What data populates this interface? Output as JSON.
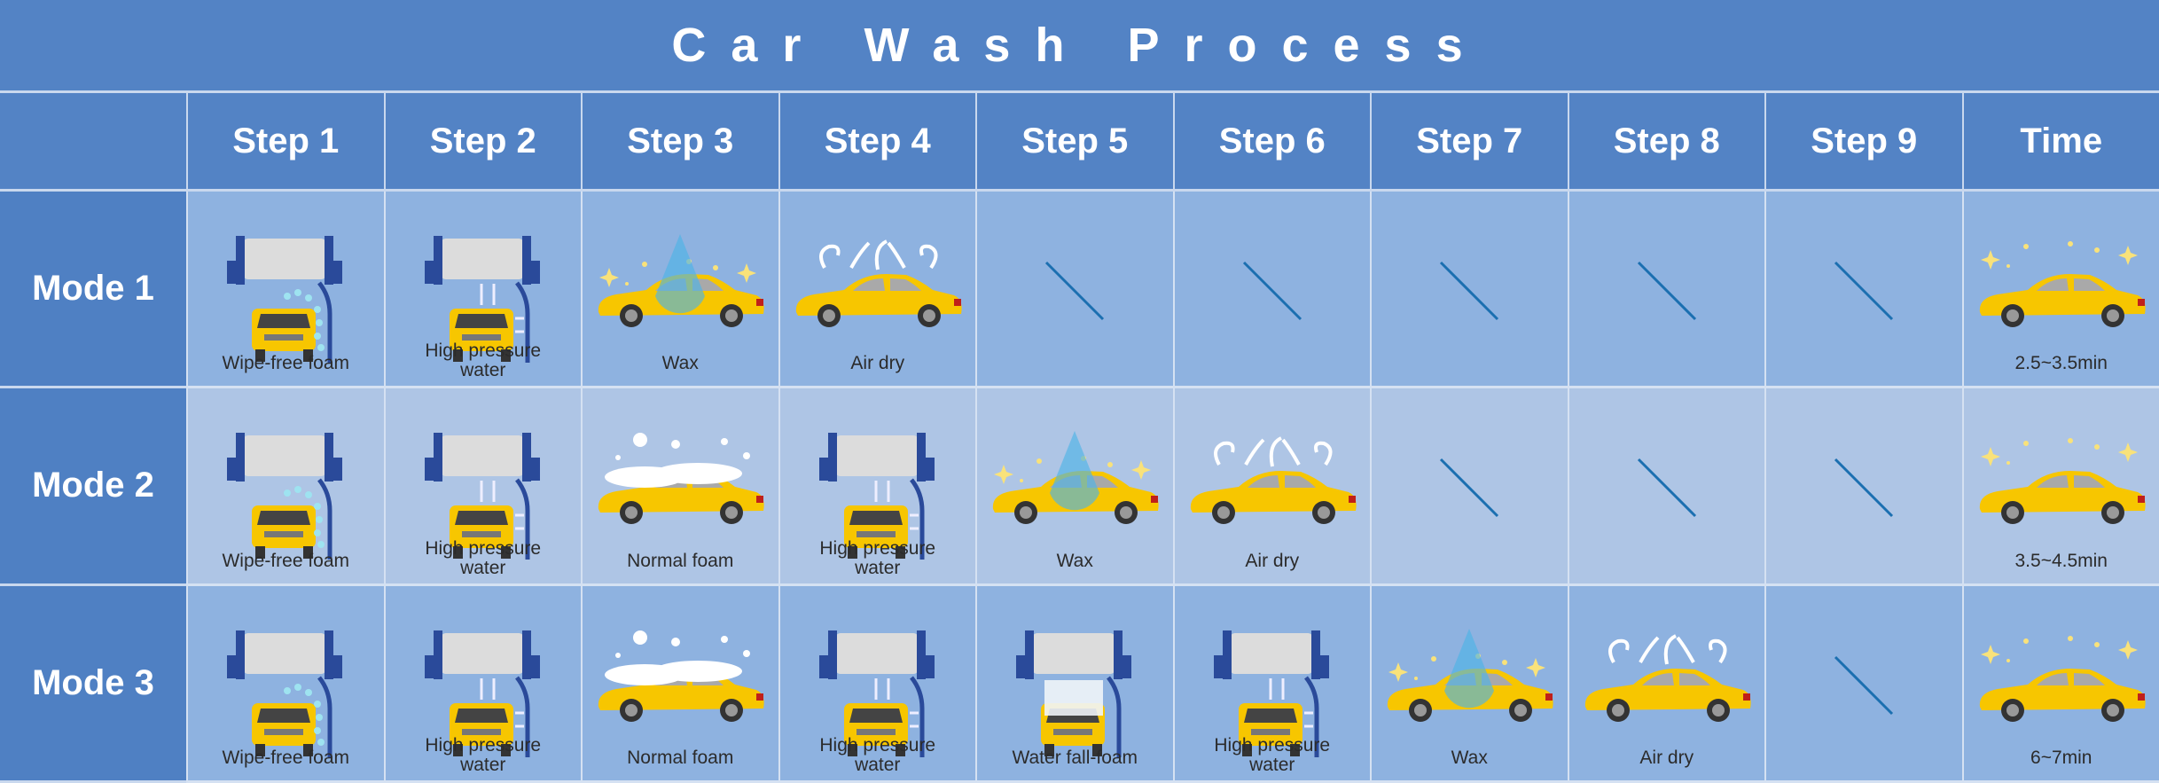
{
  "title": "Car Wash Process",
  "headers": [
    "",
    "Step 1",
    "Step 2",
    "Step 3",
    "Step 4",
    "Step 5",
    "Step 6",
    "Step 7",
    "Step 8",
    "Step 9",
    "Time"
  ],
  "modes": [
    {
      "label": "Mode 1",
      "cells": [
        {
          "icon": "gantry-foam",
          "label": "Wipe-free foam"
        },
        {
          "icon": "gantry-water",
          "label": "High pressure water"
        },
        {
          "icon": "wax",
          "label": "Wax"
        },
        {
          "icon": "air-dry",
          "label": "Air dry"
        },
        {
          "icon": "none",
          "label": ""
        },
        {
          "icon": "none",
          "label": ""
        },
        {
          "icon": "none",
          "label": ""
        },
        {
          "icon": "none",
          "label": ""
        },
        {
          "icon": "none",
          "label": ""
        },
        {
          "icon": "shine",
          "label": "2.5~3.5min"
        }
      ]
    },
    {
      "label": "Mode 2",
      "cells": [
        {
          "icon": "gantry-foam",
          "label": "Wipe-free foam"
        },
        {
          "icon": "gantry-water",
          "label": "High pressure water"
        },
        {
          "icon": "foam",
          "label": "Normal foam"
        },
        {
          "icon": "gantry-water",
          "label": "High pressure water"
        },
        {
          "icon": "wax",
          "label": "Wax"
        },
        {
          "icon": "air-dry",
          "label": "Air dry"
        },
        {
          "icon": "none",
          "label": ""
        },
        {
          "icon": "none",
          "label": ""
        },
        {
          "icon": "none",
          "label": ""
        },
        {
          "icon": "shine",
          "label": "3.5~4.5min"
        }
      ]
    },
    {
      "label": "Mode 3",
      "cells": [
        {
          "icon": "gantry-foam",
          "label": "Wipe-free foam"
        },
        {
          "icon": "gantry-water",
          "label": "High pressure water"
        },
        {
          "icon": "foam",
          "label": "Normal foam"
        },
        {
          "icon": "gantry-water",
          "label": "High pressure water"
        },
        {
          "icon": "gantry-waterfall",
          "label": "Water fall-foam"
        },
        {
          "icon": "gantry-water",
          "label": "High pressure water"
        },
        {
          "icon": "wax",
          "label": "Wax"
        },
        {
          "icon": "air-dry",
          "label": "Air dry"
        },
        {
          "icon": "none",
          "label": ""
        },
        {
          "icon": "shine",
          "label": "6~7min"
        }
      ]
    }
  ],
  "colors": {
    "header": "#5383c5",
    "mode": "#4f80c3",
    "cell": "#8eb2e0",
    "cell_alt": "#aec5e5",
    "car": "#f7c600",
    "frame": "#2a4a9a"
  }
}
